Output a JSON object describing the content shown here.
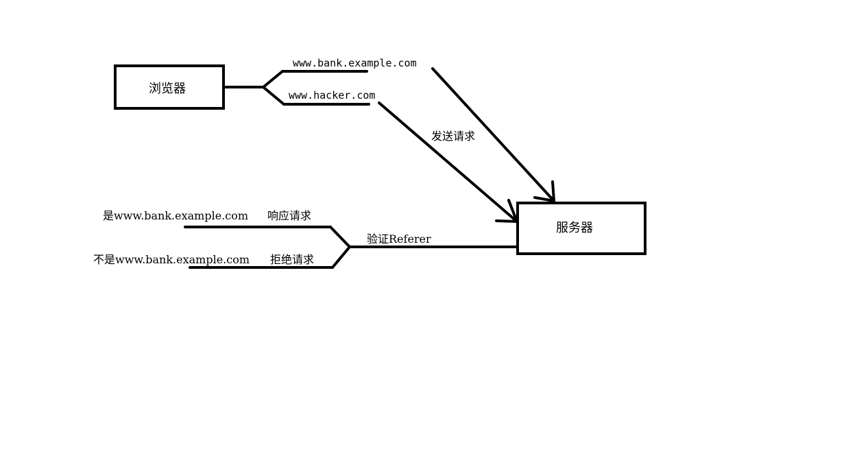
{
  "nodes": {
    "browser": {
      "label": "浏览器"
    },
    "server": {
      "label": "服务器"
    }
  },
  "edges": {
    "bank_domain": "www.bank.example.com",
    "hacker_domain": "www.hacker.com",
    "send_request": "发送请求",
    "verify_referer": "验证Referer"
  },
  "outcomes": {
    "match": {
      "condition": "是www.bank.example.com",
      "result": "响应请求"
    },
    "mismatch": {
      "condition": "不是www.bank.example.com",
      "result": "拒绝请求"
    }
  },
  "colors": {
    "stroke": "#000000",
    "background": "#ffffff"
  }
}
